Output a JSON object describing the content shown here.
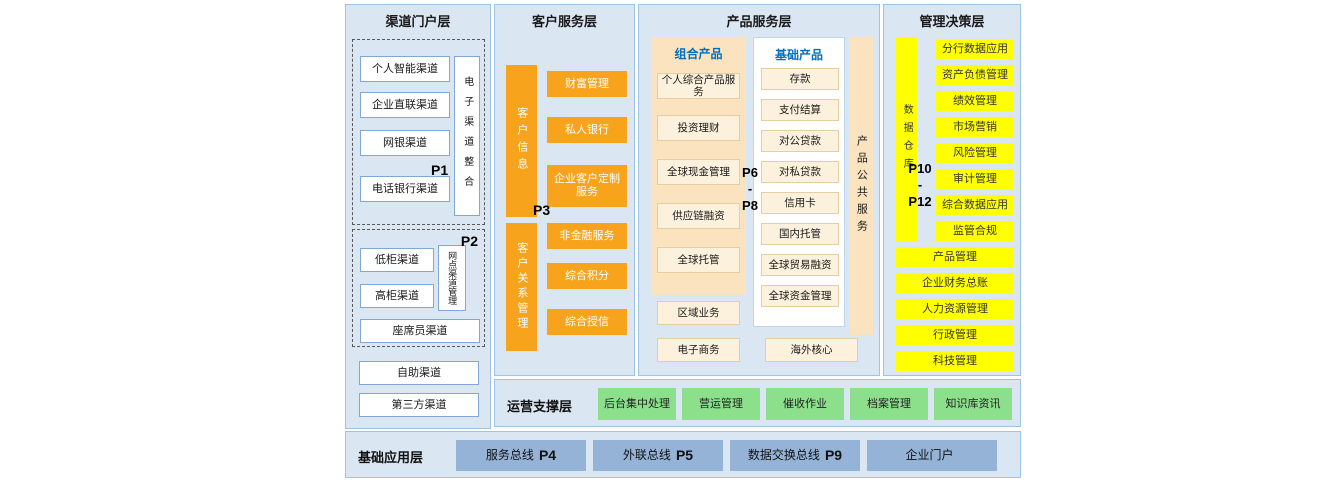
{
  "colors": {
    "panel_bg": "#DBE6F3",
    "panel_border": "#9DC3E6",
    "box_border": "#7FA8D9",
    "orange": "#F7A41C",
    "cream_dark": "#FAE3BE",
    "cream_light": "#FCF1DC",
    "cream_border": "#E5CFA0",
    "yellow": "#FFFF00",
    "green": "#8CE08C",
    "blue_box": "#95B3D7",
    "header_blue": "#0070C0"
  },
  "channel": {
    "title": "渠道门户层",
    "p1": "P1",
    "electronic_items": [
      "个人智能渠道",
      "企业直联渠道",
      "网银渠道",
      "电话银行渠道"
    ],
    "electronic_side": "电子渠道整合",
    "p2": "P2",
    "branch_items": [
      "低柜渠道",
      "高柜渠道"
    ],
    "branch_side": "网点渠道管理",
    "agent_channel": "座席员渠道",
    "self_service": "自助渠道",
    "third_party": "第三方渠道"
  },
  "customer": {
    "title": "客户服务层",
    "info_bar": "客户信息",
    "p3": "P3",
    "info_items": [
      "财富管理",
      "私人银行",
      "企业客户定制服务"
    ],
    "crm_bar": "客户关系管理",
    "crm_items": [
      "非金融服务",
      "综合积分",
      "综合授信"
    ]
  },
  "product": {
    "title": "产品服务层",
    "combo_header": "组合产品",
    "combo_items": [
      "个人综合产品服务",
      "投资理财",
      "全球现金管理",
      "供应链融资",
      "全球托管"
    ],
    "basic_header": "基础产品",
    "basic_items": [
      "存款",
      "支付结算",
      "对公贷款",
      "对私贷款",
      "信用卡",
      "国内托管",
      "全球贸易融资",
      "全球资金管理"
    ],
    "p_top": "P6",
    "p_dash": "-",
    "p_bottom": "P8",
    "side_bar": "产品公共服务",
    "regional": "区域业务",
    "ecommerce": "电子商务",
    "overseas": "海外核心"
  },
  "management": {
    "title": "管理决策层",
    "warehouse_bar": "数据仓库",
    "p_top": "P10",
    "p_dash": "-",
    "p_bottom": "P12",
    "data_items": [
      "分行数据应用",
      "资产负债管理",
      "绩效管理",
      "市场营销",
      "风险管理",
      "审计管理",
      "综合数据应用",
      "监管合规"
    ],
    "wide_items": [
      "产品管理",
      "企业财务总账",
      "人力资源管理",
      "行政管理",
      "科技管理"
    ]
  },
  "operation": {
    "title": "运营支撑层",
    "items": [
      "后台集中处理",
      "营运管理",
      "催收作业",
      "档案管理",
      "知识库资讯"
    ]
  },
  "foundation": {
    "title": "基础应用层",
    "items": [
      {
        "label": "服务总线",
        "p": "P4"
      },
      {
        "label": "外联总线",
        "p": "P5"
      },
      {
        "label": "数据交换总线",
        "p": "P9"
      },
      {
        "label": "企业门户",
        "p": ""
      }
    ]
  }
}
